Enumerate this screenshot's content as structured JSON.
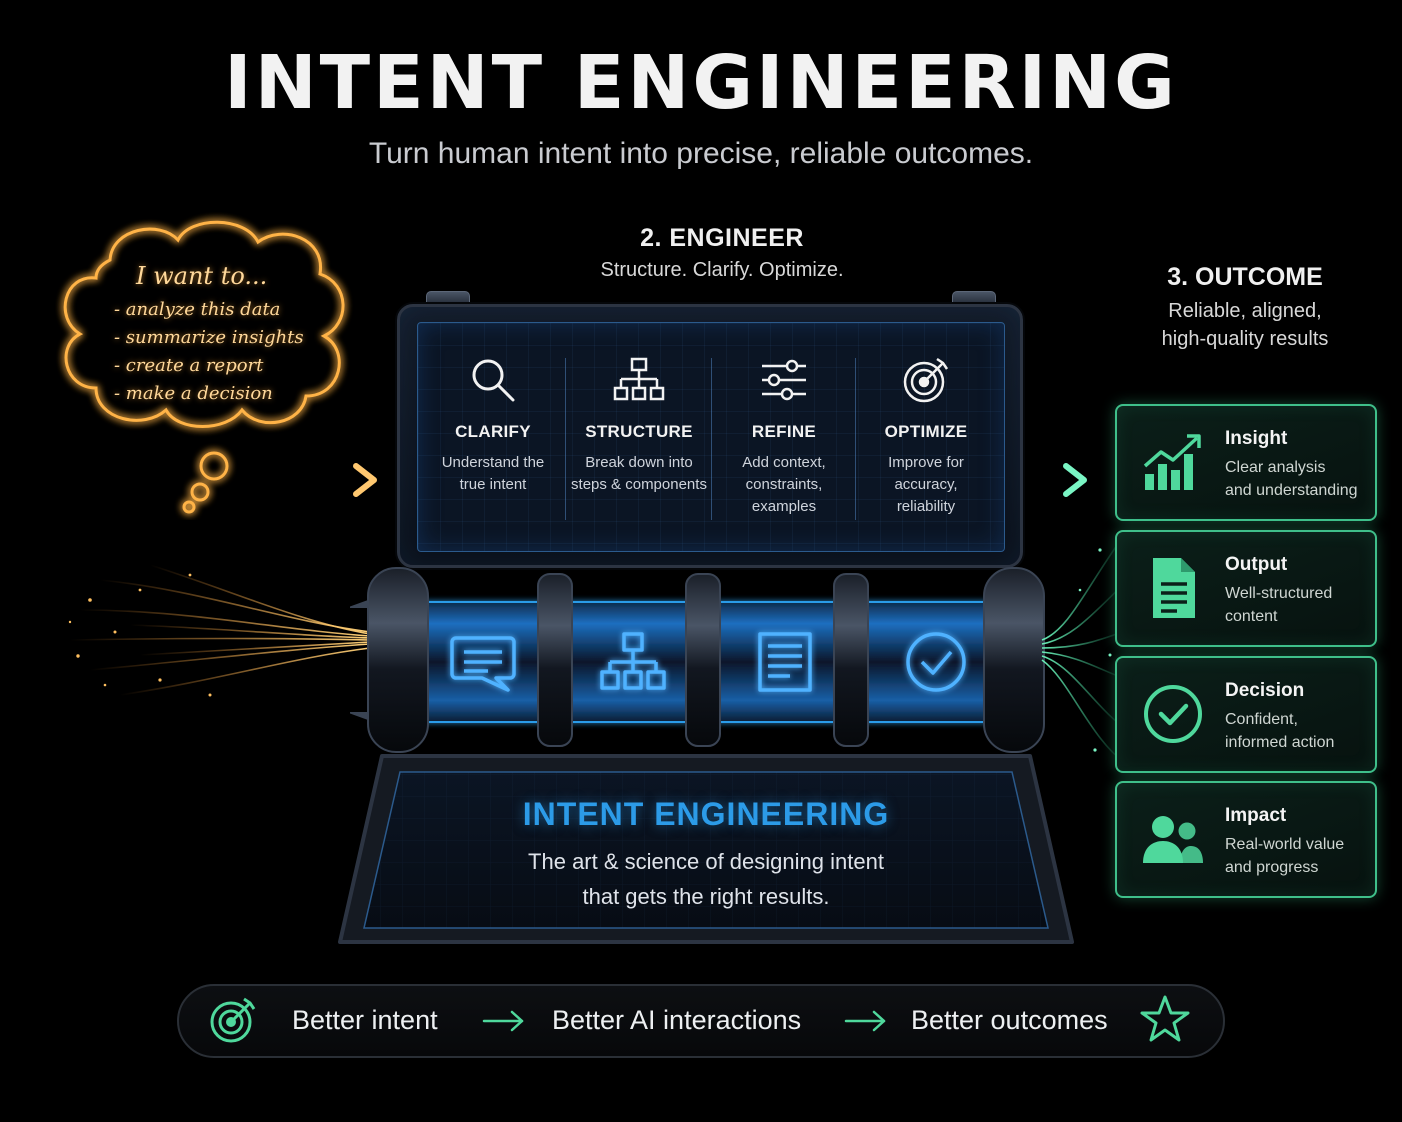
{
  "header": {
    "title": "INTENT ENGINEERING",
    "subtitle": "Turn human intent into precise, reliable outcomes."
  },
  "thought_bubble": {
    "heading": "I want to...",
    "items": [
      "- analyze this data",
      "- summarize insights",
      "- create a report",
      "- make a decision"
    ]
  },
  "engineer": {
    "title": "2. ENGINEER",
    "subtitle": "Structure. Clarify. Optimize.",
    "steps": [
      {
        "title": "CLARIFY",
        "desc_lines": [
          "Understand the",
          "true intent"
        ],
        "icon": "magnifier-icon"
      },
      {
        "title": "STRUCTURE",
        "desc_lines": [
          "Break down into",
          "steps & components"
        ],
        "icon": "hierarchy-icon"
      },
      {
        "title": "REFINE",
        "desc_lines": [
          "Add context,",
          "constraints,",
          "examples"
        ],
        "icon": "sliders-icon"
      },
      {
        "title": "OPTIMIZE",
        "desc_lines": [
          "Improve for",
          "accuracy,",
          "reliability"
        ],
        "icon": "target-icon"
      }
    ],
    "pipeline_icons": [
      "chat-bubble-icon",
      "hierarchy-icon",
      "document-icon",
      "check-circle-icon"
    ]
  },
  "outcome": {
    "title": "3. OUTCOME",
    "subtitle_lines": [
      "Reliable, aligned,",
      "high-quality results"
    ],
    "cards": [
      {
        "title": "Insight",
        "desc_lines": [
          "Clear analysis",
          "and understanding"
        ],
        "icon": "growth-chart-icon"
      },
      {
        "title": "Output",
        "desc_lines": [
          "Well-structured",
          "content"
        ],
        "icon": "document-icon"
      },
      {
        "title": "Decision",
        "desc_lines": [
          "Confident,",
          "informed action"
        ],
        "icon": "check-circle-icon"
      },
      {
        "title": "Impact",
        "desc_lines": [
          "Real-world value",
          "and progress"
        ],
        "icon": "people-icon"
      }
    ]
  },
  "core": {
    "title": "INTENT ENGINEERING",
    "desc_lines": [
      "The art & science of designing intent",
      "that gets the right results."
    ]
  },
  "footer": {
    "items": [
      "Better intent",
      "Better AI interactions",
      "Better outcomes"
    ],
    "start_icon": "target-icon",
    "end_icon": "star-icon"
  },
  "colors": {
    "background": "#000000",
    "bubble_glow": "#ffb347",
    "pipeline_blue": "#2c9be8",
    "outcome_green": "#3fbf8a"
  }
}
